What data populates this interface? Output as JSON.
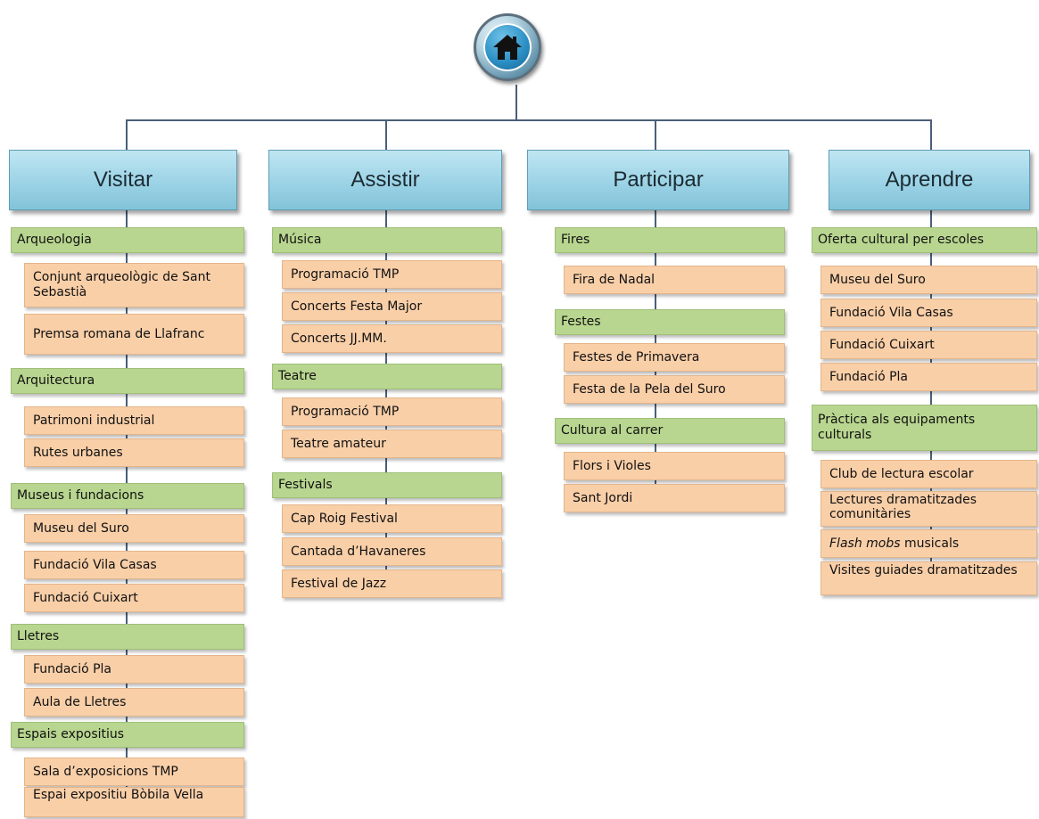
{
  "home": {
    "icon": "home-icon"
  },
  "columns": [
    {
      "title": "Visitar",
      "categories": [
        {
          "label": "Arqueologia",
          "items": [
            "Conjunt arqueològic de Sant Sebastià",
            "Premsa romana de Llafranc"
          ]
        },
        {
          "label": "Arquitectura",
          "items": [
            "Patrimoni industrial",
            "Rutes urbanes"
          ]
        },
        {
          "label": "Museus i fundacions",
          "items": [
            "Museu del Suro",
            "Fundació Vila Casas",
            "Fundació Cuixart"
          ]
        },
        {
          "label": "Lletres",
          "items": [
            "Fundació Pla",
            "Aula de Lletres"
          ]
        },
        {
          "label": "Espais expositius",
          "items": [
            "Sala d’exposicions TMP",
            "Espai expositiu Bòbila Vella"
          ]
        }
      ]
    },
    {
      "title": "Assistir",
      "categories": [
        {
          "label": "Música",
          "items": [
            "Programació TMP",
            "Concerts Festa Major",
            "Concerts JJ.MM."
          ]
        },
        {
          "label": "Teatre",
          "items": [
            "Programació TMP",
            "Teatre amateur"
          ]
        },
        {
          "label": "Festivals",
          "items": [
            "Cap Roig Festival",
            "Cantada d’Havaneres",
            "Festival de Jazz"
          ]
        }
      ]
    },
    {
      "title": "Participar",
      "categories": [
        {
          "label": "Fires",
          "items": [
            "Fira de Nadal"
          ]
        },
        {
          "label": "Festes",
          "items": [
            "Festes de Primavera",
            "Festa de la Pela del Suro"
          ]
        },
        {
          "label": "Cultura al carrer",
          "items": [
            "Flors i Violes",
            "Sant Jordi"
          ]
        }
      ]
    },
    {
      "title": "Aprendre",
      "categories": [
        {
          "label": "Oferta cultural per escoles",
          "items": [
            "Museu del Suro",
            "Fundació Vila Casas",
            "Fundació Cuixart",
            "Fundació Pla"
          ]
        },
        {
          "label": "Pràctica als equipaments culturals",
          "items": [
            "Club de lectura escolar",
            "Lectures dramatitzades comunitàries",
            "Flash mobs musicals",
            "Visites guiades dramatitzades"
          ]
        }
      ]
    }
  ],
  "emphasis": {
    "italic_word": "Flash mobs"
  },
  "colors": {
    "header": "#9cd3e6",
    "category": "#b8d68f",
    "item": "#f9cfa8",
    "line": "#4a5f77"
  }
}
